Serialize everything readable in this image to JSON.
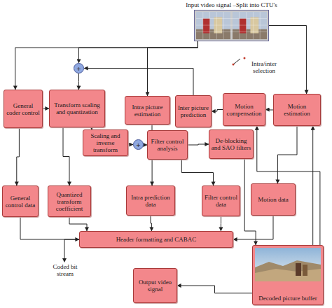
{
  "diagram": {
    "nodes": [
      {
        "text": [
          "Input video signal –Split into CTU's"
        ]
      },
      {
        "text": [
          "+"
        ]
      },
      {
        "text": [
          "General coder control"
        ]
      },
      {
        "text": [
          "Transform scaling and quantization"
        ]
      },
      {
        "text": [
          "Intra picture estimation"
        ]
      },
      {
        "text": [
          "Inter picture prediction"
        ]
      },
      {
        "text": [
          "Motion compensation"
        ]
      },
      {
        "text": [
          "Motion estimation"
        ]
      },
      {
        "text": [
          "Scaling and inverse transform"
        ]
      },
      {
        "text": [
          "+"
        ]
      },
      {
        "text": [
          "Filter control analysis"
        ]
      },
      {
        "text": [
          "De-blocking and SAO filters"
        ]
      },
      {
        "text": [
          "General control data"
        ]
      },
      {
        "text": [
          "Quantized transform coefficient"
        ]
      },
      {
        "text": [
          "Intra prediction data"
        ]
      },
      {
        "text": [
          "Filter control data"
        ]
      },
      {
        "text": [
          "Motion data"
        ]
      },
      {
        "text": [
          "Header formatting and CABAC"
        ]
      },
      {
        "text": [
          "Output video signal"
        ]
      },
      {
        "text": [
          "Decoded picture buffer"
        ]
      }
    ],
    "edges": [
      {
        "from": 0,
        "to": 2,
        "arrow": "to"
      },
      {
        "from": 0,
        "to": 1,
        "arrow": "to"
      },
      {
        "from": 0,
        "to": 4,
        "arrow": "to"
      },
      {
        "from": 0,
        "to": 7,
        "arrow": "to"
      },
      {
        "from": 1,
        "to": 3,
        "arrow": "to"
      },
      {
        "from": 2,
        "to": 3,
        "arrow": "to"
      },
      {
        "from": 2,
        "to": 12,
        "arrow": "to"
      },
      {
        "from": 3,
        "to": 13,
        "arrow": "to"
      },
      {
        "from": 3,
        "to": 8,
        "arrow": "to"
      },
      {
        "from": 8,
        "to": 9,
        "arrow": "to"
      },
      {
        "from": 9,
        "to": 10,
        "arrow": "to"
      },
      {
        "from": 10,
        "to": 11,
        "arrow": "to"
      },
      {
        "from": 10,
        "to": 15,
        "arrow": "to"
      },
      {
        "from": 4,
        "to": 14,
        "arrow": "to"
      },
      {
        "from": 7,
        "to": 6,
        "arrow": "to"
      },
      {
        "from": 7,
        "to": 16,
        "arrow": "to"
      },
      {
        "from": 11,
        "to": 19,
        "arrow": "to"
      },
      {
        "from": 19,
        "to": 6,
        "arrow": "to"
      },
      {
        "from": 19,
        "to": 7,
        "arrow": "to"
      },
      {
        "from": 19,
        "to": 18,
        "arrow": "to"
      },
      {
        "from": 12,
        "to": 17,
        "arrow": "to"
      },
      {
        "from": 13,
        "to": 17,
        "arrow": "to"
      },
      {
        "from": 14,
        "to": 17,
        "arrow": "to"
      },
      {
        "from": 15,
        "to": 17,
        "arrow": "to"
      },
      {
        "from": 16,
        "to": 17,
        "arrow": "to"
      },
      {
        "from": 5,
        "to": 1,
        "arrow": "to"
      },
      {
        "from": 6,
        "to": 5,
        "arrow": "to"
      }
    ],
    "labels": [
      "Intra/inter selection",
      "Coded bit stream"
    ]
  }
}
